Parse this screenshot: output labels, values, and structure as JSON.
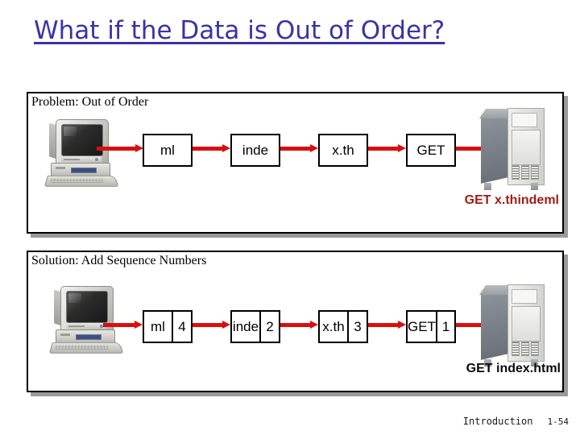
{
  "slide": {
    "title": "What if the Data is Out of Order?",
    "title_color": "#3a33a8"
  },
  "panels": [
    {
      "id": "problem",
      "heading": "Problem: Out of Order",
      "source_icon": "desktop-computer-icon",
      "dest_icon": "server-tower-icon",
      "packets": [
        {
          "label": "ml",
          "seq": ""
        },
        {
          "label": "inde",
          "seq": ""
        },
        {
          "label": "x.th",
          "seq": ""
        },
        {
          "label": "GET",
          "seq": ""
        }
      ],
      "caption": "GET x.thindeml",
      "caption_color": "#9e1b18"
    },
    {
      "id": "solution",
      "heading": "Solution: Add Sequence Numbers",
      "source_icon": "desktop-computer-icon",
      "dest_icon": "server-tower-icon",
      "packets": [
        {
          "label": "ml",
          "seq": "4"
        },
        {
          "label": "inde",
          "seq": "2"
        },
        {
          "label": "x.th",
          "seq": "3"
        },
        {
          "label": "GET",
          "seq": "1"
        }
      ],
      "caption": "GET index.html",
      "caption_color": "#0b0b0b"
    }
  ],
  "footer": {
    "chapter": "Introduction",
    "page": "1-54"
  },
  "colors": {
    "arrow_red": "#d90f0f",
    "panel_border": "#000000",
    "panel_shadow": "#9a9a9a"
  }
}
